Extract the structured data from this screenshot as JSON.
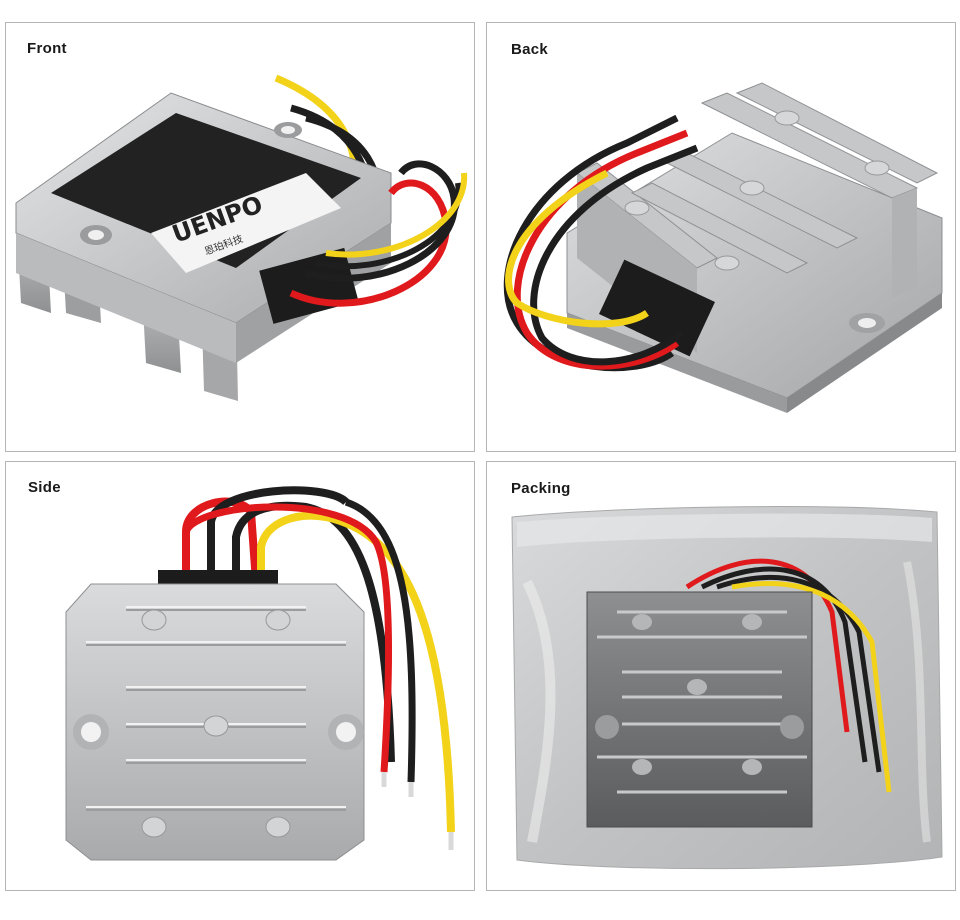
{
  "panels": {
    "front": {
      "label": "Front"
    },
    "back": {
      "label": "Back"
    },
    "side": {
      "label": "Side"
    },
    "packing": {
      "label": "Packing"
    }
  },
  "product": {
    "brand": "UENPO",
    "subtitle": "恩珀科技"
  },
  "colors": {
    "wire_red": "#e0191c",
    "wire_yellow": "#f3d21a",
    "wire_black": "#1e1e1e",
    "aluminum": "#c9cacb",
    "label_black": "#222222"
  },
  "icons": {
    "front": "converter-front-view-image",
    "back": "converter-back-view-image",
    "side": "converter-side-view-image",
    "packing": "converter-bagged-image"
  }
}
